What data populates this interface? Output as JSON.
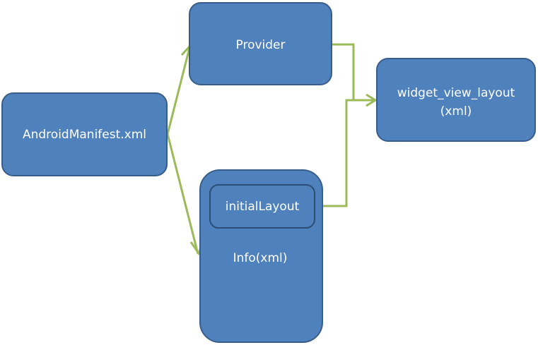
{
  "colors": {
    "node_fill": "#4f81bd",
    "node_border": "#385d8a",
    "connector": "#9bbb59",
    "label": "#ffffff"
  },
  "nodes": {
    "android_manifest": {
      "label": "AndroidManifest.xml"
    },
    "provider": {
      "label": "Provider"
    },
    "info": {
      "label": "Info(xml)"
    },
    "initial_layout": {
      "label": "initialLayout"
    },
    "widget_view_layout": {
      "label_line1": "widget_view_layout",
      "label_line2": "(xml)"
    }
  },
  "edges": [
    {
      "from": "android_manifest",
      "to": "provider"
    },
    {
      "from": "android_manifest",
      "to": "info"
    },
    {
      "from": "provider",
      "to": "widget_view_layout"
    },
    {
      "from": "initial_layout",
      "to": "widget_view_layout"
    }
  ]
}
